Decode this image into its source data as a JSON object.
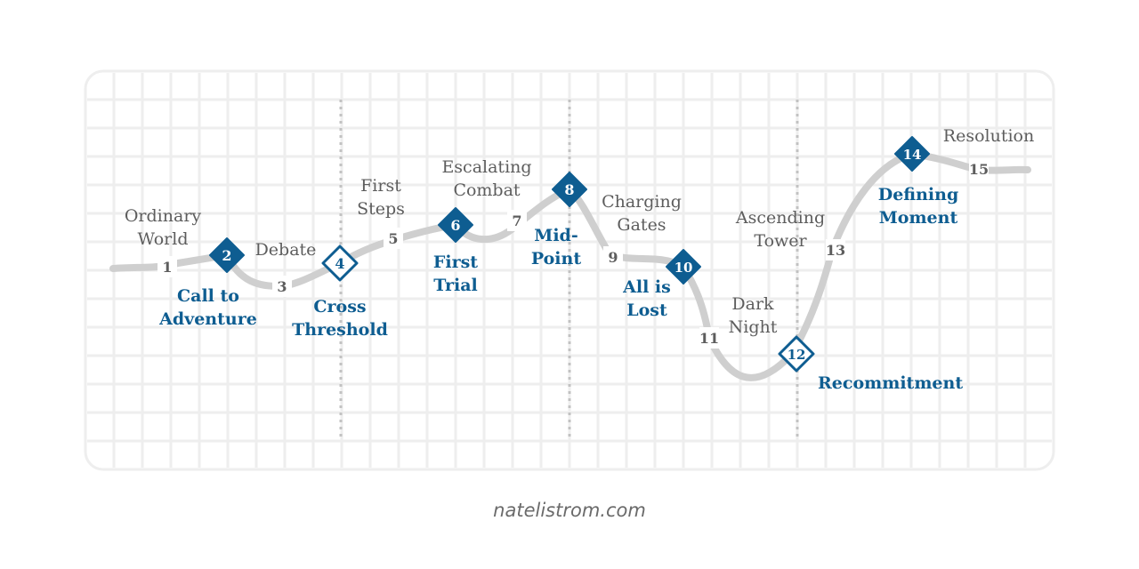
{
  "footer": "natelistrom.com",
  "colors": {
    "blue": "#0e5d91",
    "gray_text": "#5d5d5d",
    "path": "#cfcfcf",
    "grid": "#eeeeee",
    "divider": "#c2c2c2"
  },
  "beats": [
    {
      "n": "1",
      "style": "plain",
      "lines": [
        "Ordinary",
        "World"
      ]
    },
    {
      "n": "2",
      "style": "filled",
      "lines": [
        "Call to",
        "Adventure"
      ]
    },
    {
      "n": "3",
      "style": "plain",
      "lines": [
        "Debate"
      ]
    },
    {
      "n": "4",
      "style": "outline",
      "lines": [
        "Cross",
        "Threshold"
      ]
    },
    {
      "n": "5",
      "style": "plain",
      "lines": [
        "First",
        "Steps"
      ]
    },
    {
      "n": "6",
      "style": "filled",
      "lines": [
        "First",
        "Trial"
      ]
    },
    {
      "n": "7",
      "style": "plain",
      "lines": [
        "Escalating",
        "Combat"
      ]
    },
    {
      "n": "8",
      "style": "filled",
      "lines": [
        "Mid-",
        "Point"
      ]
    },
    {
      "n": "9",
      "style": "plain",
      "lines": [
        "Charging",
        "Gates"
      ]
    },
    {
      "n": "10",
      "style": "filled",
      "lines": [
        "All is",
        "Lost"
      ]
    },
    {
      "n": "11",
      "style": "plain",
      "lines": [
        "Dark",
        "Night"
      ]
    },
    {
      "n": "12",
      "style": "outline",
      "lines": [
        "Recommitment"
      ]
    },
    {
      "n": "13",
      "style": "plain",
      "lines": [
        "Ascending",
        "Tower"
      ]
    },
    {
      "n": "14",
      "style": "filled",
      "lines": [
        "Defining",
        "Moment"
      ]
    },
    {
      "n": "15",
      "style": "plain",
      "lines": [
        "Resolution"
      ]
    }
  ]
}
